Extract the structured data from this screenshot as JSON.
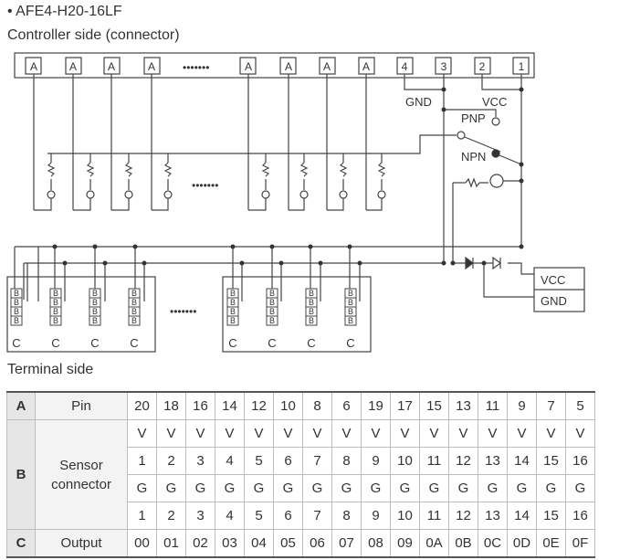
{
  "title": "• AFE4-H20-16LF",
  "controller_label": "Controller side (connector)",
  "terminal_label": "Terminal side",
  "dots": "•••••••",
  "connector": {
    "a_label": "A",
    "pins": [
      "4",
      "3",
      "2",
      "1"
    ]
  },
  "labels": {
    "gnd": "GND",
    "vcc": "VCC",
    "pnp": "PNP",
    "npn": "NPN",
    "vcc_box": "VCC",
    "gnd_box": "GND",
    "b": "B",
    "c": "C"
  },
  "table": {
    "row_a": {
      "head": "A",
      "label": "Pin",
      "values": [
        "20",
        "18",
        "16",
        "14",
        "12",
        "10",
        "8",
        "6",
        "19",
        "17",
        "15",
        "13",
        "11",
        "9",
        "7",
        "5"
      ]
    },
    "row_b": {
      "head": "B",
      "label_line1": "Sensor",
      "label_line2": "connector",
      "v_row": [
        "V",
        "V",
        "V",
        "V",
        "V",
        "V",
        "V",
        "V",
        "V",
        "V",
        "V",
        "V",
        "V",
        "V",
        "V",
        "V"
      ],
      "num_row1": [
        "1",
        "2",
        "3",
        "4",
        "5",
        "6",
        "7",
        "8",
        "9",
        "10",
        "11",
        "12",
        "13",
        "14",
        "15",
        "16"
      ],
      "g_row": [
        "G",
        "G",
        "G",
        "G",
        "G",
        "G",
        "G",
        "G",
        "G",
        "G",
        "G",
        "G",
        "G",
        "G",
        "G",
        "G"
      ],
      "num_row2": [
        "1",
        "2",
        "3",
        "4",
        "5",
        "6",
        "7",
        "8",
        "9",
        "10",
        "11",
        "12",
        "13",
        "14",
        "15",
        "16"
      ]
    },
    "row_c": {
      "head": "C",
      "label": "Output",
      "values": [
        "00",
        "01",
        "02",
        "03",
        "04",
        "05",
        "06",
        "07",
        "08",
        "09",
        "0A",
        "0B",
        "0C",
        "0D",
        "0E",
        "0F"
      ]
    }
  }
}
